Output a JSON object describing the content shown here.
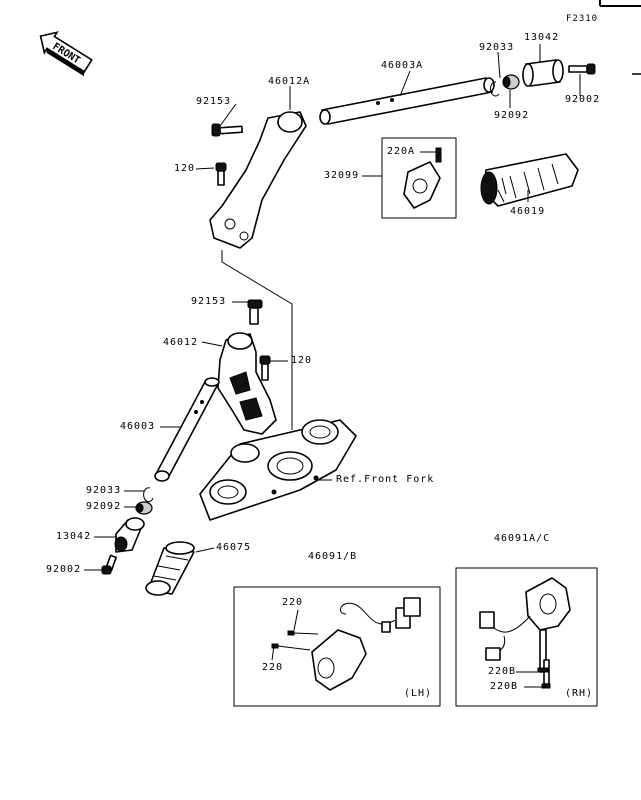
{
  "page_code": "F2310",
  "front_label": "FRONT",
  "ref_label": "Ref.Front Fork",
  "parts": {
    "p46003A": "46003A",
    "p92033_top": "92033",
    "p13042_top": "13042",
    "p92153_top": "92153",
    "p46012A": "46012A",
    "p92002_top": "92002",
    "p92092_top": "92092",
    "p120_top": "120",
    "p220A": "220A",
    "p32099": "32099",
    "p46019": "46019",
    "p92153_mid": "92153",
    "p46012": "46012",
    "p120_mid": "120",
    "p46003": "46003",
    "p92033_bot": "92033",
    "p92092_bot": "92092",
    "p13042_bot": "13042",
    "p46075": "46075",
    "p92002_bot": "92002",
    "p46091B": "46091/B",
    "p46091AC": "46091A/C",
    "p220_a": "220",
    "p220_b": "220",
    "p220B_a": "220B",
    "p220B_b": "220B",
    "lh": "(LH)",
    "rh": "(RH)"
  }
}
